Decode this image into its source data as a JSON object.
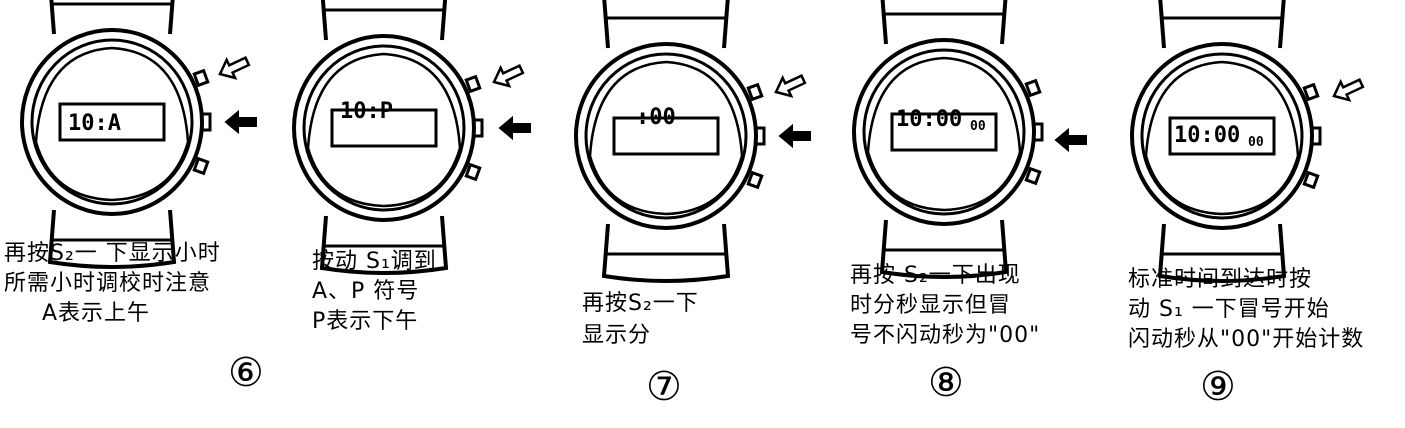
{
  "panels": [
    {
      "display": "10:A",
      "display_small": "",
      "arrows": [
        "hollow-upper",
        "solid-middle"
      ]
    },
    {
      "display": "10:P",
      "display_small": "",
      "arrows": [
        "hollow-upper",
        "solid-middle"
      ]
    },
    {
      "display": ":00",
      "display_small": "",
      "arrows": [
        "hollow-upper",
        "solid-middle"
      ]
    },
    {
      "display": "10:00",
      "display_small": "00",
      "arrows": [
        "solid-middle"
      ]
    },
    {
      "display": "10:00",
      "display_small": "00",
      "arrows": [
        "hollow-upper"
      ]
    }
  ],
  "captions": {
    "c6a_l1": "再按S₂一 下显示小时",
    "c6a_l2": "所需小时调校时注意",
    "c6a_l3": "A表示上午",
    "c6b_l1": "按动 S₁调到",
    "c6b_l2": "A、P 符号",
    "c6b_l3": "P表示下午",
    "c7_l1": "再按S₂一下",
    "c7_l2": "显示分",
    "c8_l1": "再按 S₂一下出现",
    "c8_l2": "时分秒显示但冒",
    "c8_l3": "号不闪动秒为\"00\"",
    "c9_l1": "标准时间到达时按",
    "c9_l2": "动 S₁ 一下冒号开始",
    "c9_l3": "闪动秒从\"00\"开始计数"
  },
  "steps": {
    "s6": "⑥",
    "s7": "⑦",
    "s8": "⑧",
    "s9": "⑨"
  }
}
